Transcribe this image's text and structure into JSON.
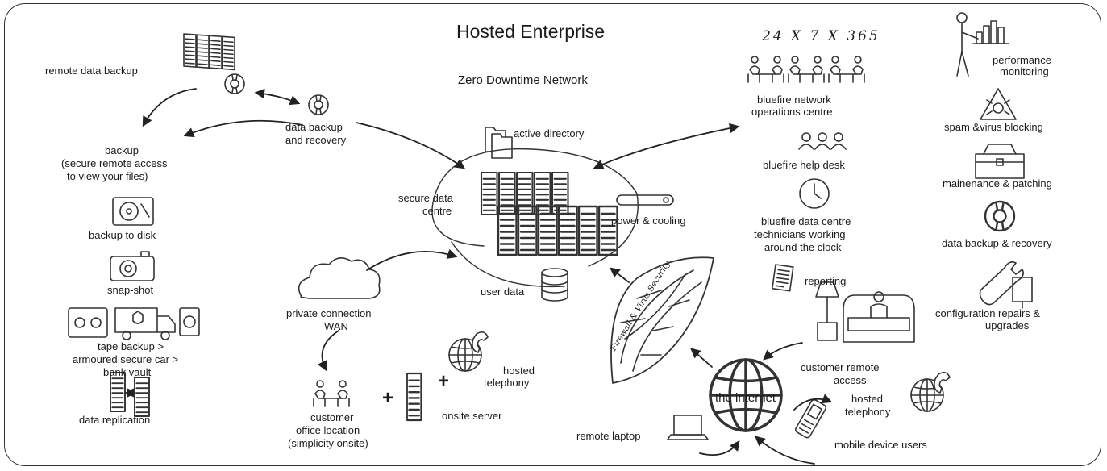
{
  "title": "Hosted Enterprise",
  "subtitle": "Zero Downtime Network",
  "left_column": {
    "remote_backup": "remote data backup",
    "backup_line1": "backup",
    "backup_line2": "(secure remote access",
    "backup_line3": "to view your files)",
    "backup_to_disk": "backup to disk",
    "snapshot": "snap-shot",
    "tape_line1": "tape backup >",
    "tape_line2": "armoured secure car >",
    "tape_line3": "bank vault",
    "replication": "data replication"
  },
  "center": {
    "data_backup_line1": "data backup",
    "data_backup_line2": "and recovery",
    "active_directory": "active directory",
    "secure_line1": "secure data",
    "secure_line2": "centre",
    "power_cooling": "power & cooling",
    "user_data": "user data",
    "wan_line1": "private connection",
    "wan_line2": "WAN",
    "office_line1": "customer",
    "office_line2": "office location",
    "office_line3": "(simplicity onsite)",
    "plus": "+",
    "onsite_server": "onsite server",
    "hosted_tel_line1": "hosted",
    "hosted_tel_line2": "telephony",
    "firewall": "Firewall & Virus Security",
    "internet": "the internet",
    "remote_laptop": "remote laptop",
    "remote_access_line1": "customer remote",
    "remote_access_line2": "access",
    "mobile_users": "mobile device users"
  },
  "noc": {
    "hours": "24 X 7 X 365",
    "noc_line1": "bluefire network",
    "noc_line2": "operations centre",
    "help_desk": "bluefire  help desk",
    "tech_line1": "bluefire  data centre",
    "tech_line2": "technicians working",
    "tech_line3": "around the clock",
    "reporting": "reporting"
  },
  "right_column": {
    "perf_line1": "performance",
    "perf_line2": "monitoring",
    "spam": "spam &virus blocking",
    "maintenance": "mainenance & patching",
    "data_backup": "data backup & recovery",
    "config_line1": "configuration repairs &",
    "config_line2": "upgrades"
  }
}
